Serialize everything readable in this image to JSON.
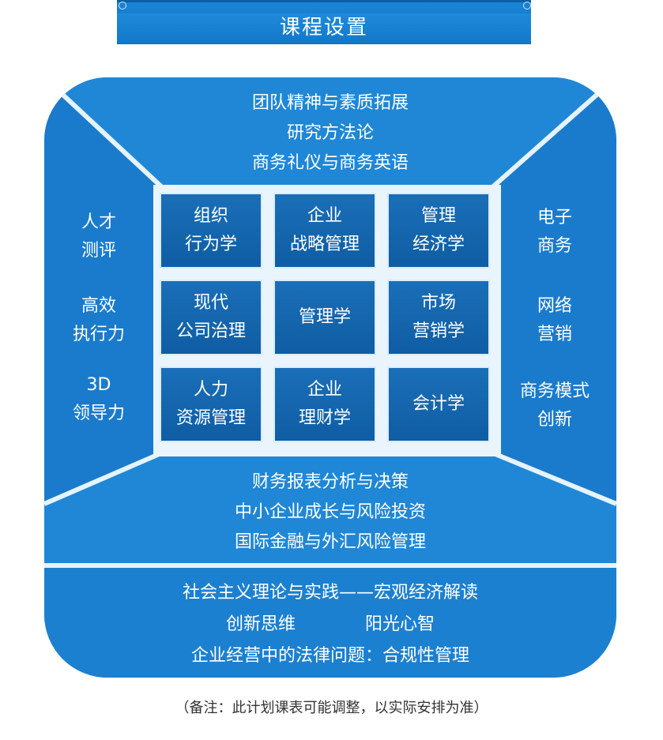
{
  "title": "课程设置",
  "top": [
    "团队精神与素质拓展",
    "研究方法论",
    "商务礼仪与商务英语"
  ],
  "left": [
    [
      "人才",
      "测评"
    ],
    [
      "高效",
      "执行力"
    ],
    [
      "3D",
      "领导力"
    ]
  ],
  "right": [
    [
      "电子",
      "商务"
    ],
    [
      "网络",
      "营销"
    ],
    [
      "商务模式",
      "创新"
    ]
  ],
  "grid": [
    [
      "组织",
      "行为学"
    ],
    [
      "企业",
      "战略管理"
    ],
    [
      "管理",
      "经济学"
    ],
    [
      "现代",
      "公司治理"
    ],
    [
      "管理学"
    ],
    [
      "市场",
      "营销学"
    ],
    [
      "人力",
      "资源管理"
    ],
    [
      "企业",
      "理财学"
    ],
    [
      "会计学"
    ]
  ],
  "bottom": [
    "财务报表分析与决策",
    "中小企业成长与风险投资",
    "国际金融与外汇风险管理"
  ],
  "foundation": [
    "社会主义理论与实践——宏观经济解读",
    "创新思维　　　　阳光心智",
    "企业经营中的法律问题：合规性管理"
  ],
  "note": "（备注：此计划课表可能调整，以实际安排为准）"
}
